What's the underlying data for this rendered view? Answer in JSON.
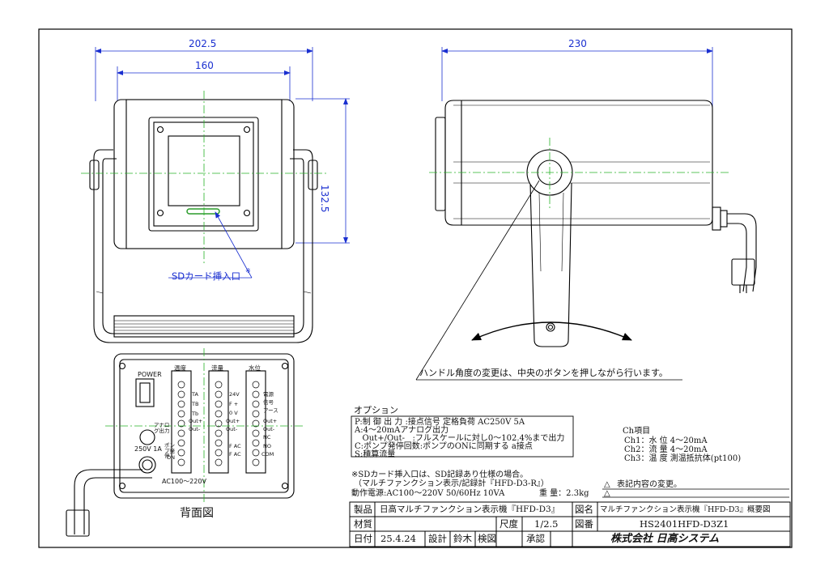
{
  "dimensions": {
    "front_outer": "202.5",
    "front_inner": "160",
    "height": "132.5",
    "side_width": "230"
  },
  "front_view": {
    "sd_label": "SDカード挿入口",
    "sd_mark": "※"
  },
  "side_view": {
    "handle_note": "ハンドル角度の変更は、中央のボタンを押しながら行います。"
  },
  "back_view": {
    "title": "背面図",
    "power_label": "POWER",
    "fuse_label": "250V 1A",
    "ac_label": "AC100～220V",
    "analog_out_label": "アナログ出力",
    "pump_label": "ポンプ発停",
    "on_label": "ON",
    "groups": [
      {
        "name": "温度",
        "labels": [
          "TA",
          "TB",
          "Tb",
          "Out+",
          "Out-"
        ]
      },
      {
        "name": "流量",
        "labels": [
          "24V",
          "F +",
          "0 V",
          "Out+",
          "Out-",
          "F AC",
          "F AC"
        ]
      },
      {
        "name": "水位",
        "labels": [
          "電源",
          "信号",
          "アース",
          "Out+",
          "Out-",
          "NC",
          "NO",
          "COM"
        ]
      }
    ]
  },
  "options": {
    "title": "オプション",
    "lines": [
      "P:制 御 出 力  :接点信号 定格負荷 AC250V 5A",
      "A:4～20mAアナログ出力",
      "   Out+/Out-   :フルスケールに対し0～102.4%まで出力",
      "C:ポンプ発停回数:ポンプのONに同期する a接点",
      "S:積算流量"
    ]
  },
  "ch": {
    "title": "Ch項目",
    "lines": [
      "Ch1：水 位  4～20mA",
      "Ch2：流 量  4～20mA",
      "Ch3：温 度  測温抵抗体(pt100)"
    ]
  },
  "notes": {
    "sd_note1": "※SDカード挿入口は、SD記録あり仕様の場合。",
    "sd_note2": "（マルチファンクション表示/記録計『HFD-D3-R』）",
    "power": "動作電源:AC100～220V  50/60Hz 10VA",
    "weight": "重 量：2.3kg"
  },
  "revision": {
    "mark": "△",
    "text": "表記内容の変更。",
    "mark2": "△"
  },
  "title_block": {
    "product_label": "製品",
    "product_value": "日高マルチファンクション表示機『HFD-D3』",
    "figname_label": "図名",
    "figname_value": "マルチファンクション表示機『HFD-D3』概要図",
    "material_label": "材質",
    "material_value": "",
    "scale_label": "尺度",
    "scale_value": "1/2.5",
    "drawing_no_label": "図番",
    "drawing_no_value": "HS2401HFD-D3Z1",
    "date_label": "日付",
    "date_value": "25.4.24",
    "design_label": "設計",
    "design_value": "鈴木",
    "check_label": "検図",
    "check_value": "",
    "approve_label": "承認",
    "approve_value": "",
    "company": "株式会社 日高システム"
  }
}
